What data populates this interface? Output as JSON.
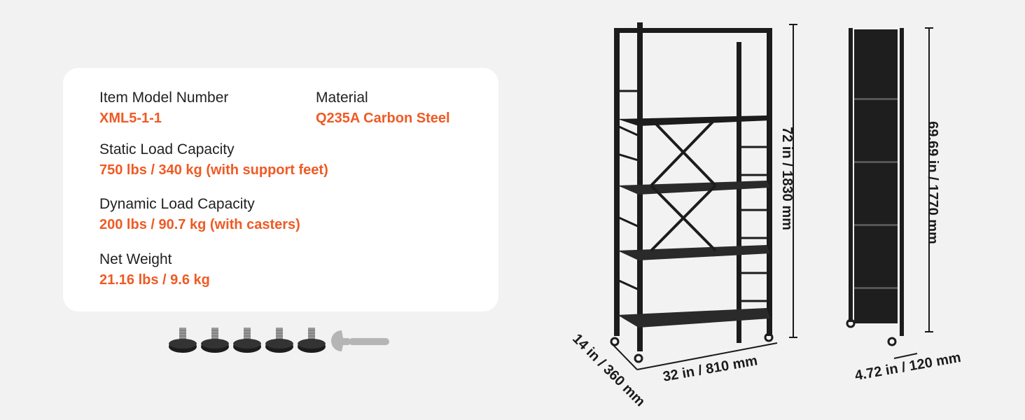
{
  "colors": {
    "accent": "#ef5a24",
    "label": "#222222",
    "card": "#ffffff",
    "background": "#f2f2f2",
    "steel": "#1c1c1c"
  },
  "specs": {
    "model": {
      "label": "Item Model Number",
      "value": "XML5-1-1"
    },
    "material": {
      "label": "Material",
      "value": "Q235A Carbon Steel"
    },
    "static": {
      "label": "Static Load Capacity",
      "value": "750 lbs / 340 kg (with support feet)"
    },
    "dynamic": {
      "label": "Dynamic Load Capacity",
      "value": "200 lbs / 90.7 kg (with casters)"
    },
    "weight": {
      "label": "Net Weight",
      "value": "21.16 lbs / 9.6 kg"
    }
  },
  "accessories": {
    "support_feet_count": 5,
    "icons": [
      "support-foot-icon",
      "wrench-icon"
    ]
  },
  "dimensions": {
    "height": "72 in / 1830 mm",
    "width": "32 in / 810 mm",
    "depth": "14 in / 360 mm",
    "folded_height": "69.69 in / 1770 mm",
    "folded_depth": "4.72 in / 120 mm"
  }
}
